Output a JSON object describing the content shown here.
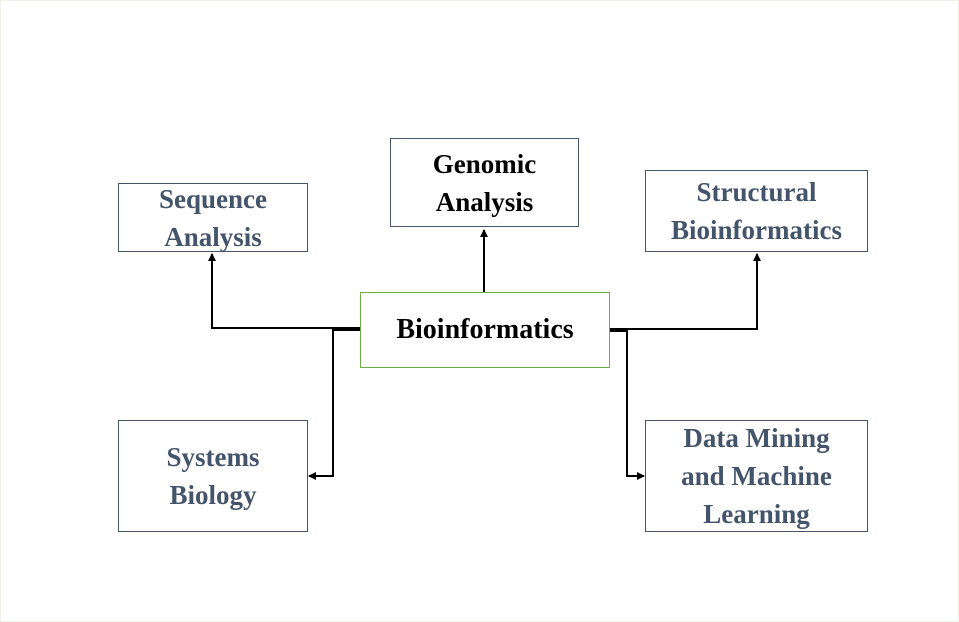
{
  "diagram": {
    "center": {
      "label": "Bioinformatics"
    },
    "nodes": {
      "genomic": {
        "lines": [
          "Genomic",
          "Analysis"
        ]
      },
      "sequence": {
        "lines": [
          "Sequence",
          "Analysis"
        ]
      },
      "structural": {
        "lines": [
          "Structural",
          "Bioinformatics"
        ]
      },
      "systems": {
        "lines": [
          "Systems",
          "Biology"
        ]
      },
      "datamining": {
        "lines": [
          "Data Mining",
          "and Machine",
          "Learning"
        ]
      }
    },
    "colors": {
      "center_border": "#70ad47",
      "node_border": "#44546a",
      "node_text": "#44546a",
      "center_text": "#000000",
      "connector": "#000000"
    }
  }
}
